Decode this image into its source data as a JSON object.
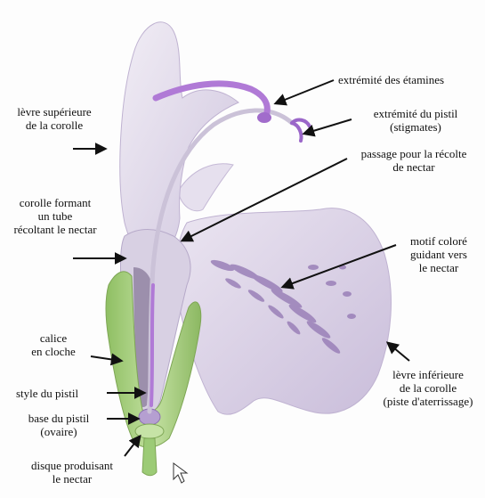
{
  "labels": {
    "extremite_etamines": [
      "extrémité des étamines"
    ],
    "extremite_pistil": [
      "extrémité du pistil",
      "(stigmates)"
    ],
    "passage_nectar": [
      "passage pour la récolte",
      "de nectar"
    ],
    "levre_superieure": [
      "lèvre supérieure",
      "de la corolle"
    ],
    "corolle_tube": [
      "corolle formant",
      "un tube",
      "récoltant le nectar"
    ],
    "motif_colore": [
      "motif coloré",
      "guidant vers",
      "le nectar"
    ],
    "calice": [
      "calice",
      "en cloche"
    ],
    "levre_inferieure": [
      "lèvre inférieure",
      "de la corolle",
      "(piste d'aterrissage)"
    ],
    "style_pistil": [
      "style du pistil"
    ],
    "base_pistil": [
      "base du pistil",
      "(ovaire)"
    ],
    "disque_nectar": [
      "disque produisant",
      "le nectar"
    ]
  },
  "colors": {
    "petal": "#e2dcea",
    "petal_shadow": "#c2b8d3",
    "sepal": "#a9cf84",
    "stamen": "#b07ad6",
    "pattern": "#9a80b8",
    "arrow": "#111111"
  }
}
